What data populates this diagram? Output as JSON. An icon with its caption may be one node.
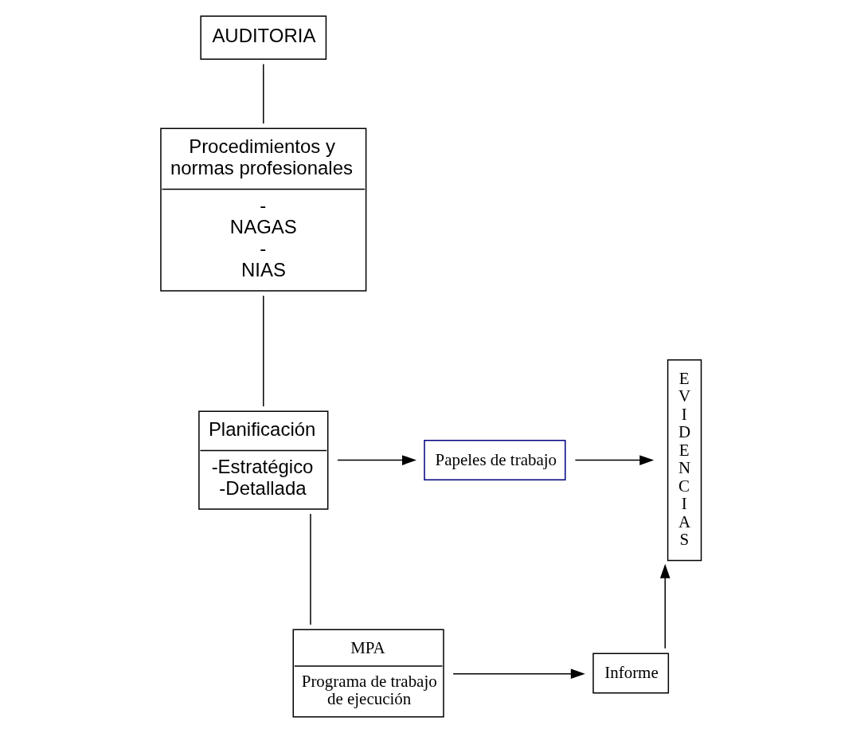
{
  "diagram": {
    "nodes": [
      {
        "text": [
          "AUDITORIA"
        ]
      },
      {
        "text": [
          "Procedimientos y normas profesionales",
          "- NAGAS - NIAS"
        ]
      },
      {
        "text": [
          "Planificación",
          "-Estratégico -Detallada"
        ]
      },
      {
        "text": [
          "Papeles de trabajo"
        ]
      },
      {
        "text": [
          "E V I D E N C I A S"
        ]
      },
      {
        "text": [
          "MPA",
          "Programa de trabajo de ejecución"
        ]
      },
      {
        "text": [
          "Informe"
        ]
      }
    ],
    "edges": [
      {
        "from": 0,
        "to": 1,
        "arrow": "none"
      },
      {
        "from": 1,
        "to": 2,
        "arrow": "none"
      },
      {
        "from": 2,
        "to": 5,
        "arrow": "none"
      },
      {
        "from": 2,
        "to": 3,
        "arrow": "to"
      },
      {
        "from": 3,
        "to": 4,
        "arrow": "to"
      },
      {
        "from": 5,
        "to": 6,
        "arrow": "to"
      },
      {
        "from": 6,
        "to": 4,
        "arrow": "to"
      }
    ]
  }
}
